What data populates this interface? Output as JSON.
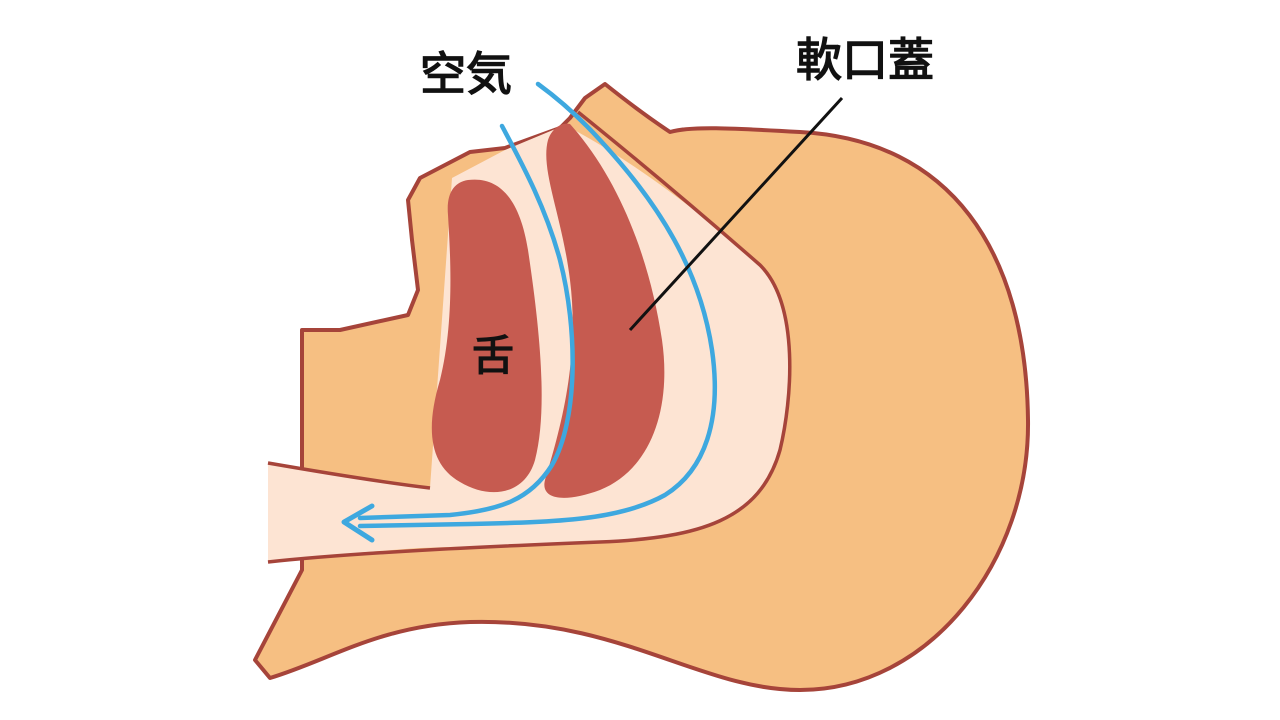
{
  "labels": {
    "air": "空気",
    "soft_palate": "軟口蓋",
    "tongue": "舌"
  },
  "colors": {
    "background": "#ffffff",
    "skin": "#f6bf82",
    "outline": "#a6443a",
    "airway": "#fde4d3",
    "tissue": "#c65b50",
    "airflow": "#3ea8df",
    "pointer": "#111111"
  }
}
